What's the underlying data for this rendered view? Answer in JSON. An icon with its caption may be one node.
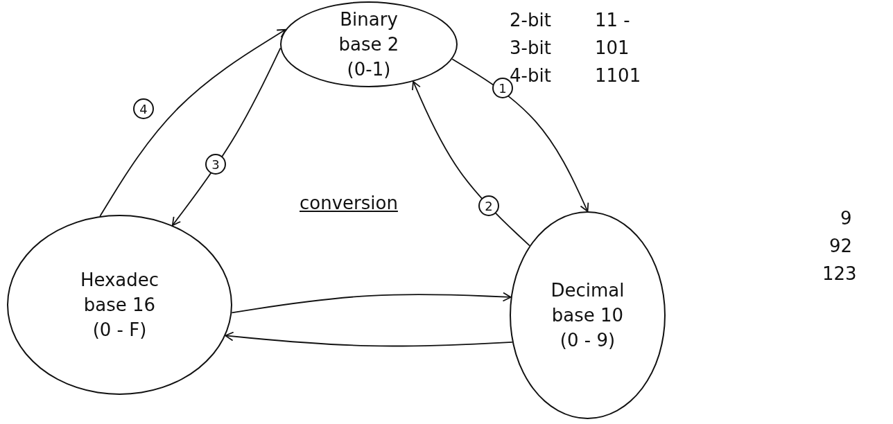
{
  "diagram": {
    "nodes": [
      {
        "text": [
          "Binary",
          "base 2",
          "(0-1)"
        ]
      },
      {
        "text": [
          "Hexadec",
          "base 16",
          "(0 - F)"
        ]
      },
      {
        "text": [
          "Decimal",
          "base 10",
          "(0 - 9)"
        ]
      }
    ],
    "edges": [
      {
        "from": 0,
        "to": 2,
        "arrow": "to",
        "label": "1"
      },
      {
        "from": 2,
        "to": 0,
        "arrow": "to",
        "label": "2"
      },
      {
        "from": 0,
        "to": 1,
        "arrow": "to",
        "label": "3"
      },
      {
        "from": 1,
        "to": 0,
        "arrow": "to",
        "label": "4"
      },
      {
        "from": 1,
        "to": 2,
        "arrow": "to"
      },
      {
        "from": 2,
        "to": 1,
        "arrow": "to"
      }
    ],
    "labels": [
      "2-bit",
      "11 -",
      "3-bit",
      "101",
      "4-bit",
      "1101",
      "conversion",
      "9",
      "92",
      "123"
    ]
  }
}
